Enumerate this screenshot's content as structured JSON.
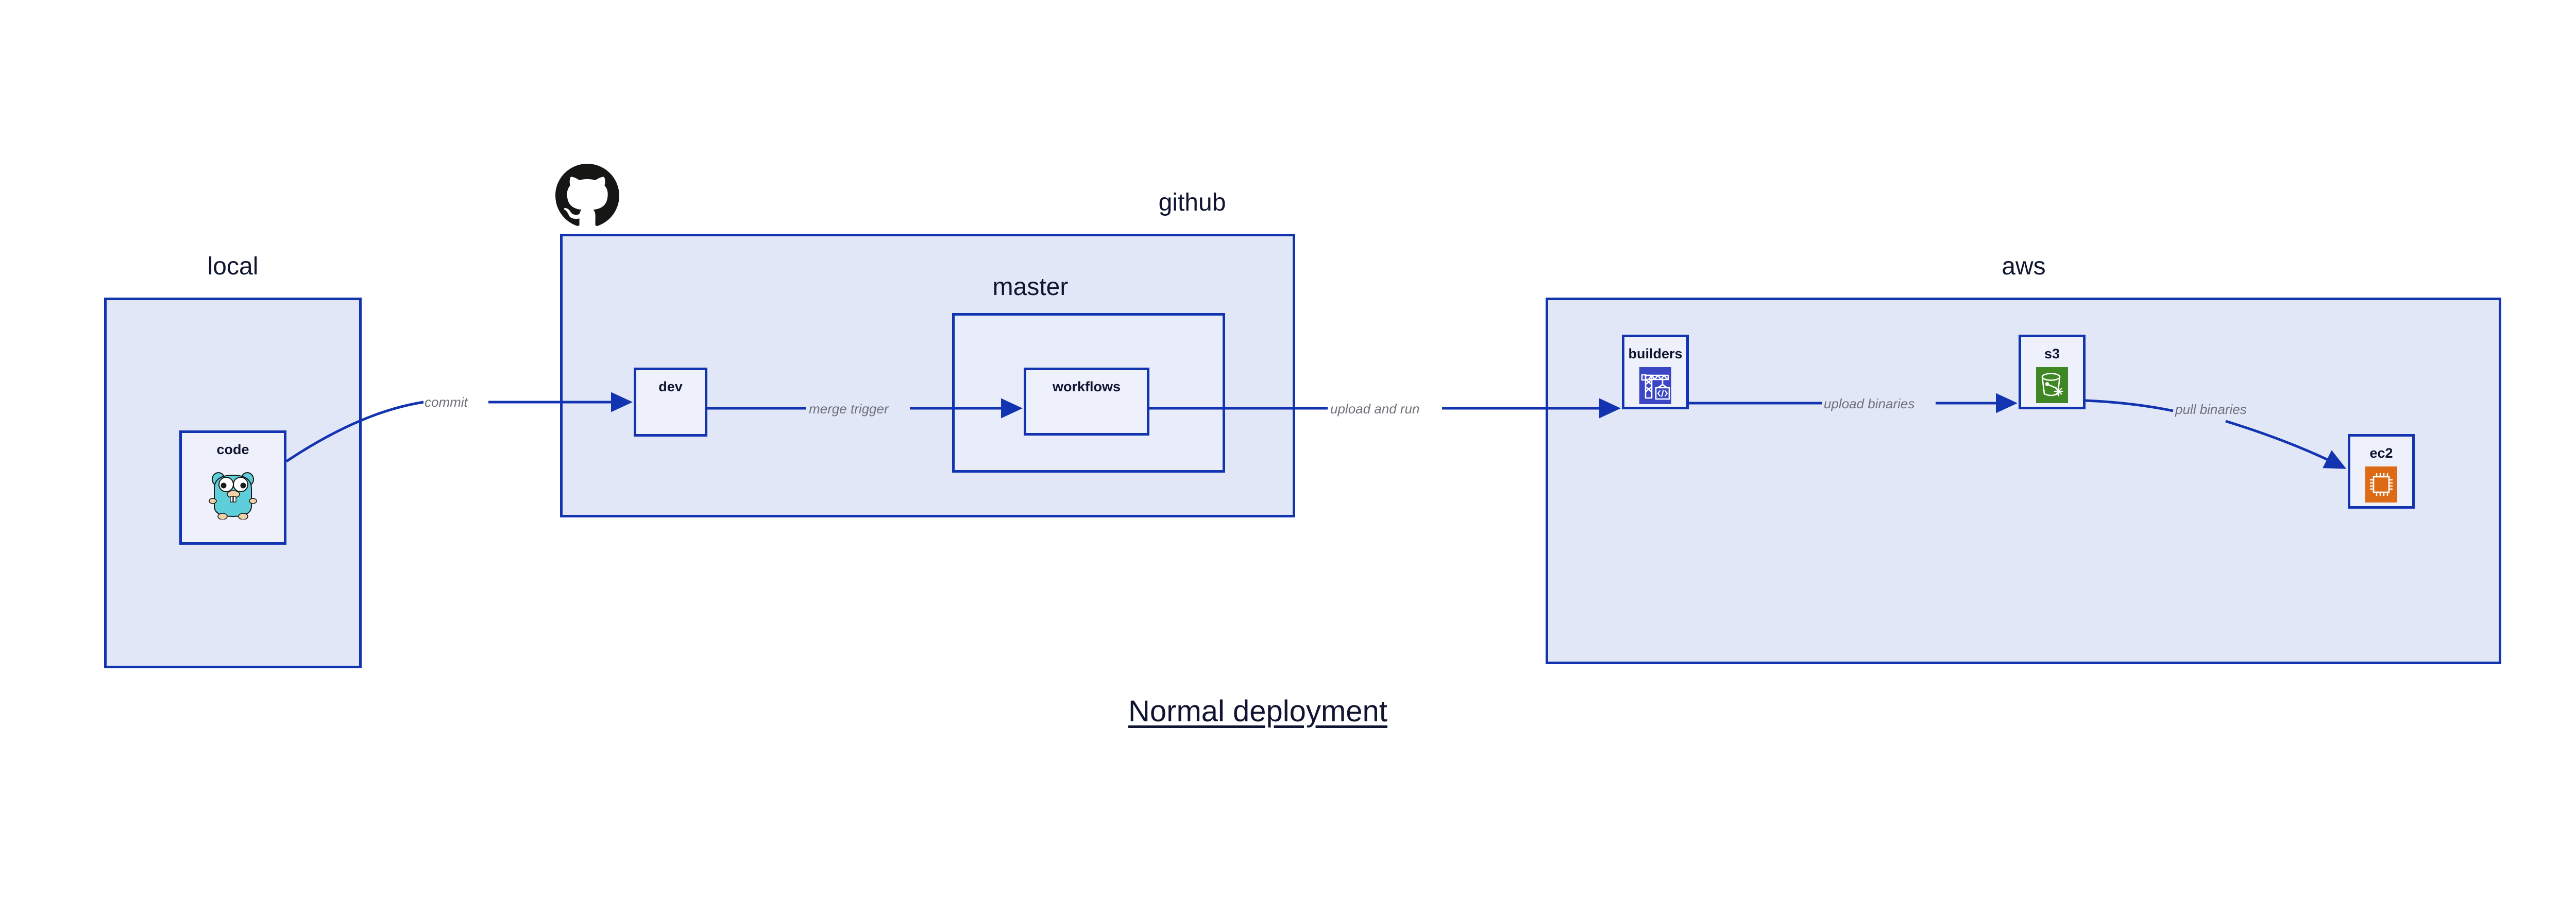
{
  "figure": {
    "caption": "Normal deployment",
    "background": "#ffffff",
    "accent_border": "#1334b0",
    "group_fill": "#e2e7f8",
    "node_fill": "#eef1fc",
    "label_color": "#6f7278",
    "text_color": "#0f1430"
  },
  "groups": [
    {
      "id": "local",
      "label": "local",
      "has_logo": false
    },
    {
      "id": "github",
      "label": "github",
      "has_logo": true,
      "logo": "github-octocat-icon"
    },
    {
      "id": "aws",
      "label": "aws",
      "has_logo": false
    }
  ],
  "subgroups": [
    {
      "id": "master",
      "label": "master",
      "parent": "github"
    }
  ],
  "nodes": [
    {
      "id": "code",
      "label": "code",
      "parent": "local",
      "icon": "go-gopher-icon",
      "icon_color": "#5ecfda"
    },
    {
      "id": "dev",
      "label": "dev",
      "parent": "github",
      "icon": null,
      "icon_color": null
    },
    {
      "id": "workflows",
      "label": "workflows",
      "parent": "master",
      "icon": null,
      "icon_color": null
    },
    {
      "id": "builders",
      "label": "builders",
      "parent": "aws",
      "icon": "crane-code-icon",
      "icon_color": "#3b46c4"
    },
    {
      "id": "s3",
      "label": "s3",
      "parent": "aws",
      "icon": "s3-bucket-icon",
      "icon_color": "#3f8624"
    },
    {
      "id": "ec2",
      "label": "ec2",
      "parent": "aws",
      "icon": "cpu-chip-icon",
      "icon_color": "#dd6b15"
    }
  ],
  "edges": [
    {
      "id": "commit",
      "label": "commit",
      "from": "code",
      "to": "dev",
      "style": "curved"
    },
    {
      "id": "merge-trigger",
      "label": "merge trigger",
      "from": "dev",
      "to": "workflows",
      "style": "straight"
    },
    {
      "id": "upload-and-run",
      "label": "upload and run",
      "from": "workflows",
      "to": "builders",
      "style": "straight"
    },
    {
      "id": "upload-binaries",
      "label": "upload binaries",
      "from": "builders",
      "to": "s3",
      "style": "straight"
    },
    {
      "id": "pull-binaries",
      "label": "pull binaries",
      "from": "s3",
      "to": "ec2",
      "style": "curved"
    }
  ]
}
